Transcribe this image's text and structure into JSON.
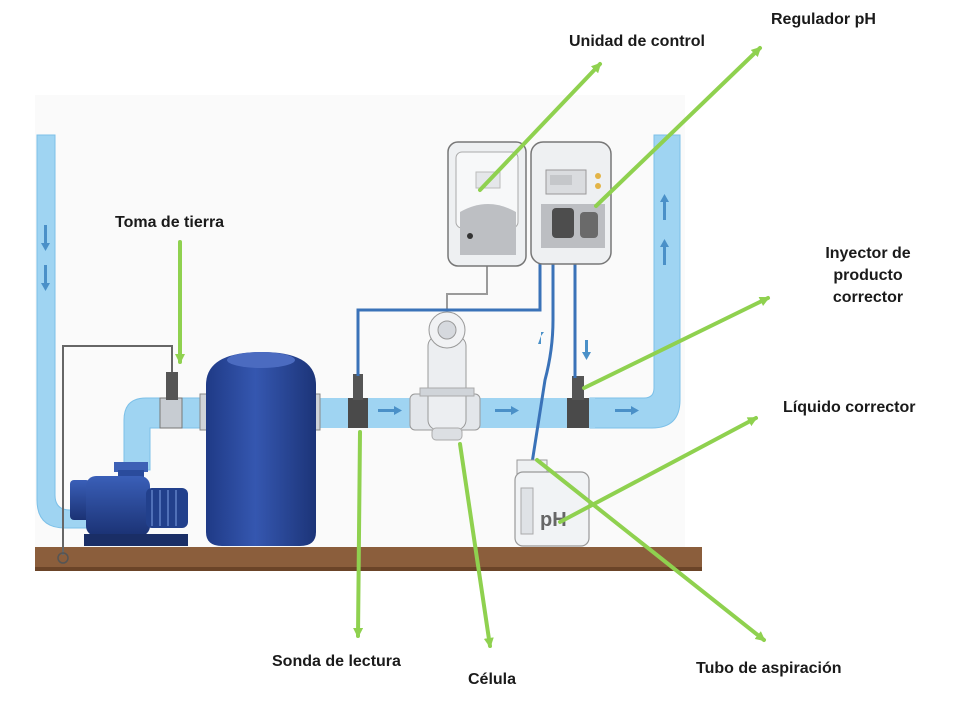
{
  "labels": {
    "regulador_ph": "Regulador pH",
    "unidad_control": "Unidad de control",
    "toma_tierra": "Toma de tierra",
    "inyector_l1": "Inyector de",
    "inyector_l2": "producto",
    "inyector_l3": "corrector",
    "liquido": "Líquido corrector",
    "sonda": "Sonda de lectura",
    "celula": "Célula",
    "tubo": "Tubo de aspiración"
  },
  "tank_text": "pH",
  "colors": {
    "pipe": "#9fd4f2",
    "pipe_edge": "#6cb6e3",
    "flow": "#4a90c8",
    "arrow": "#8fd14f",
    "floor": "#8b5e3c",
    "equipment_blue": "#2a4b9c",
    "controller_gray": "#eef0f2",
    "wire": "#3a72b8"
  },
  "icons": [
    "pump-icon",
    "filter-icon",
    "cell-icon",
    "controller-icon",
    "tank-icon"
  ]
}
